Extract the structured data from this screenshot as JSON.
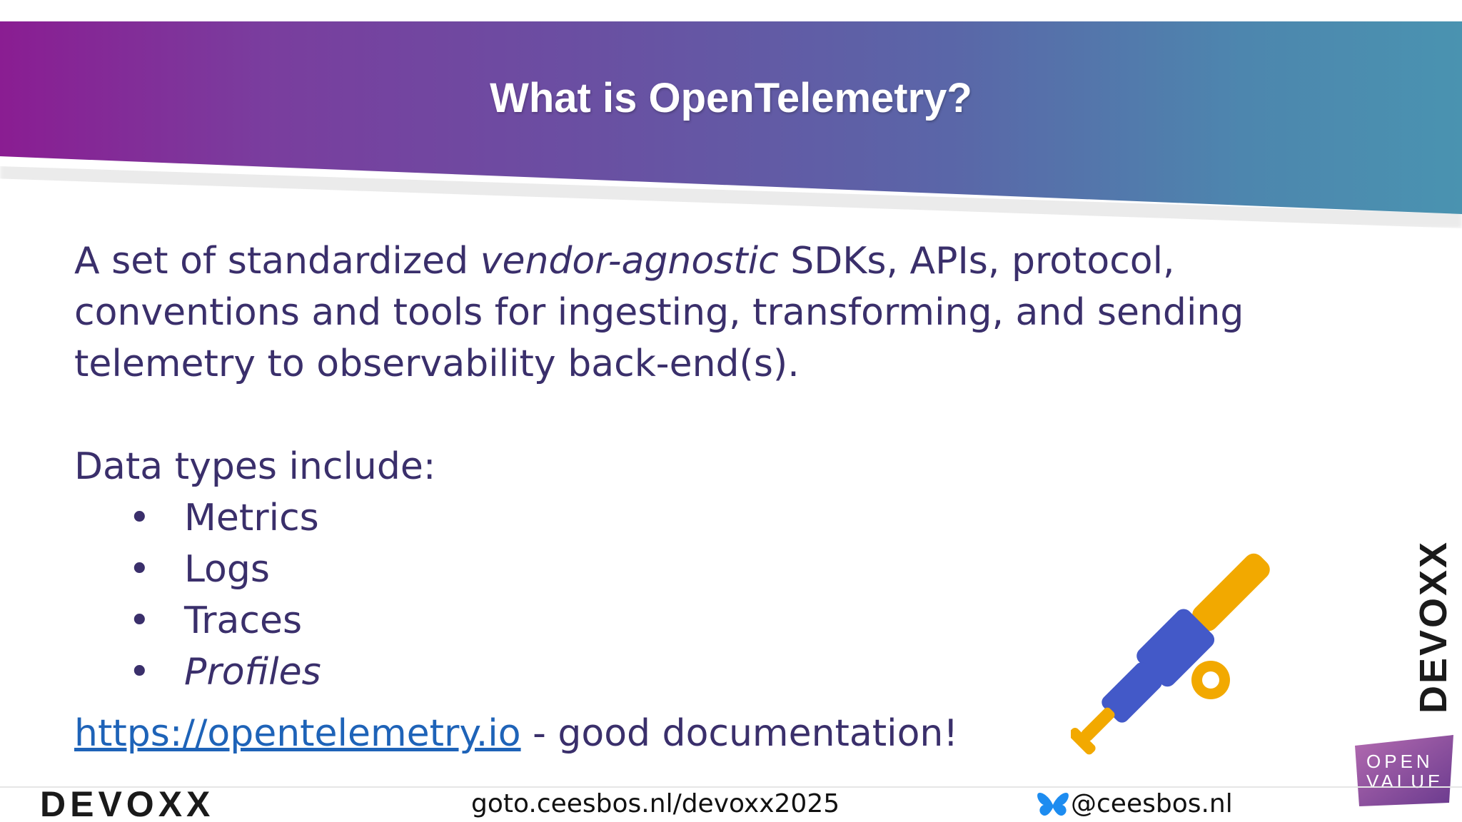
{
  "slide": {
    "title": "What is OpenTelemetry?",
    "intro": {
      "before": "A set of standardized ",
      "emphasis": "vendor-agnostic",
      "after": " SDKs, APIs, protocol, conventions and tools for ingesting, transforming, and sending telemetry to observability back-end(s)."
    },
    "data_types_heading": "Data types include:",
    "bullet_glyph": "•",
    "data_types": [
      {
        "label": "Metrics"
      },
      {
        "label": "Logs"
      },
      {
        "label": "Traces"
      },
      {
        "label": "Profiles"
      }
    ],
    "link": {
      "text": "https://opentelemetry.io",
      "suffix": " - good documentation!"
    }
  },
  "footer": {
    "url": "goto.ceesbos.nl/devoxx2025",
    "handle": "@ceesbos.nl",
    "handle_icon": "butterfly-icon"
  },
  "logos": {
    "devoxx": "DEVOXX",
    "openvalue_line1": "OPEN",
    "openvalue_line2": "VALUE"
  },
  "colors": {
    "text": "#3a2f6b",
    "link": "#1e63b8",
    "banner_start": "#8a1d92",
    "banner_end": "#4a93b0",
    "telescope_blue": "#4359c8",
    "telescope_orange": "#f2a900"
  }
}
